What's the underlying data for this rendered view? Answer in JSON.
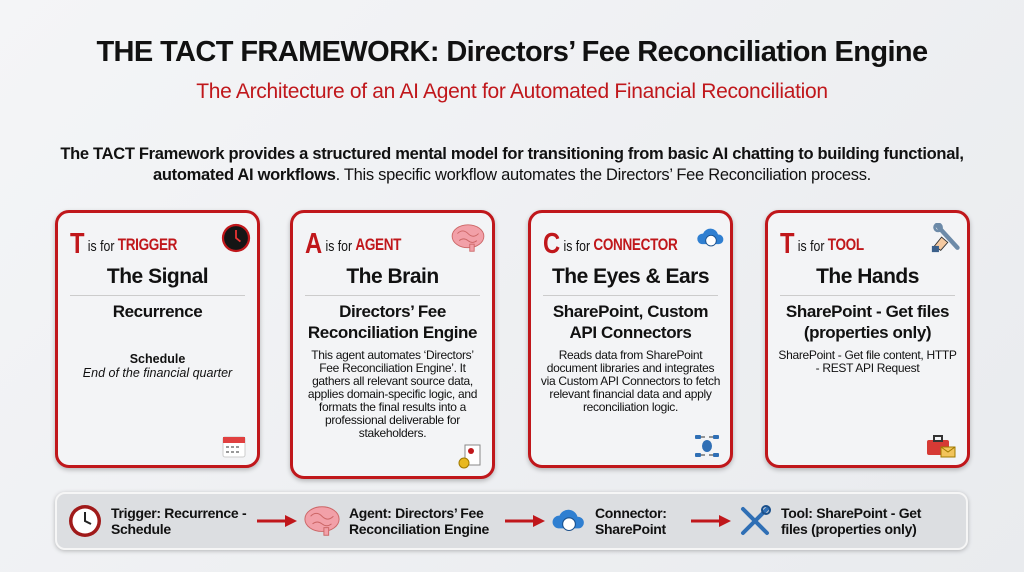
{
  "title": "THE TACT FRAMEWORK: Directors’ Fee Reconciliation Engine",
  "subtitle": "The Architecture of an AI Agent for Automated Financial Reconciliation",
  "intro": {
    "bold": "The TACT Framework provides a structured mental model for transitioning from basic AI chatting to building functional, automated AI workflows",
    "rest": ". This specific workflow automates the Directors’ Fee Reconciliation process."
  },
  "colors": {
    "accent": "#c0171b",
    "connector_blue": "#2f7fd1"
  },
  "cards": [
    {
      "letter": "T",
      "is_for": "is for",
      "role": "TRIGGER",
      "icon": "clock-icon",
      "name": "The Signal",
      "component": "Recurrence",
      "schedule_label": "Schedule",
      "schedule_value": "End of the financial quarter",
      "bottom_icon": "calendar-icon"
    },
    {
      "letter": "A",
      "is_for": "is for",
      "role": "AGENT",
      "icon": "brain-icon",
      "name": "The Brain",
      "component": "Directors’ Fee Reconciliation Engine",
      "description": "This agent automates ‘Directors’ Fee Reconciliation Engine’. It gathers all relevant source data, applies domain-specific logic, and formats the final results into a professional deliverable for stakeholders.",
      "bottom_icon": "document-gear-icon"
    },
    {
      "letter": "C",
      "is_for": "is for",
      "role": "CONNECTOR",
      "icon": "cloud-api-icon",
      "name": "The Eyes & Ears",
      "component": "SharePoint, Custom API Connectors",
      "description": "Reads data from SharePoint document libraries and integrates via Custom API Connectors to fetch relevant financial data and apply reconciliation logic.",
      "bottom_icon": "database-network-icon"
    },
    {
      "letter": "T",
      "is_for": "is for",
      "role": "TOOL",
      "icon": "hand-wrench-icon",
      "name": "The Hands",
      "component": "SharePoint - Get files (properties only)",
      "description": "SharePoint - Get file content, HTTP - REST API Request",
      "bottom_icon": "toolbox-mail-icon"
    }
  ],
  "flow": [
    {
      "icon": "clock-icon",
      "text": "Trigger: Recurrence - Schedule"
    },
    {
      "icon": "brain-icon",
      "text": "Agent: Directors’ Fee Reconciliation Engine"
    },
    {
      "icon": "cloud-api-icon",
      "text": "Connector: SharePoint"
    },
    {
      "icon": "wrench-screwdriver-icon",
      "text": "Tool: SharePoint - Get files (properties only)"
    }
  ]
}
